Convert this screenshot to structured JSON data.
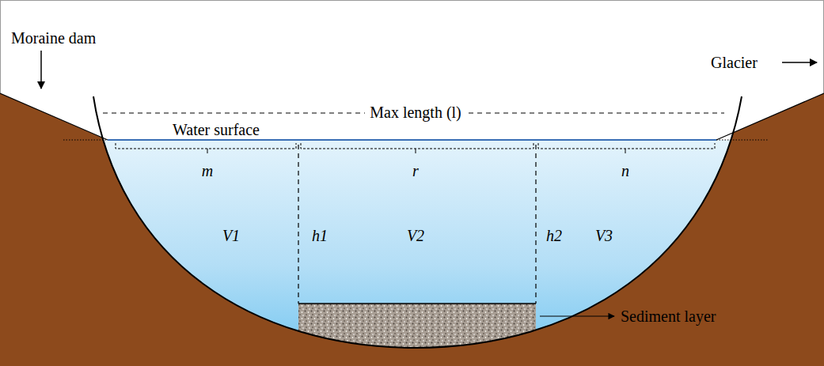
{
  "diagram": {
    "labels": [
      "Moraine dam",
      "Glacier",
      "Max length (l)",
      "Water surface",
      "m",
      "r",
      "n",
      "V1",
      "h1",
      "V2",
      "h2",
      "V3",
      "Sediment layer"
    ]
  }
}
